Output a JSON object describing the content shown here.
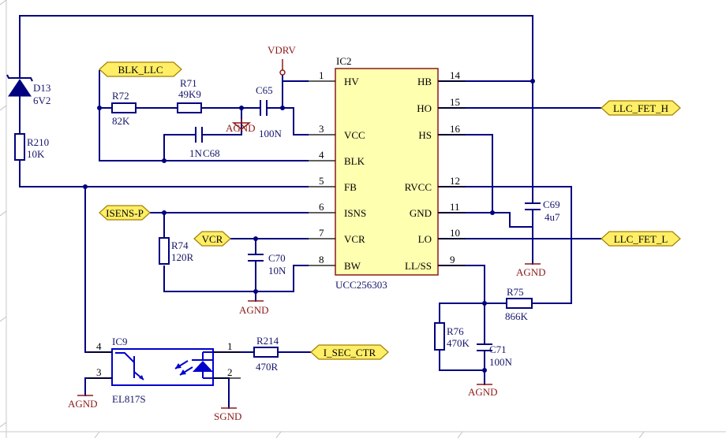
{
  "ic2": {
    "ref": "IC2",
    "part": "UCC256303",
    "pins_left": [
      {
        "num": "1",
        "name": "HV"
      },
      {
        "num": "3",
        "name": "VCC"
      },
      {
        "num": "4",
        "name": "BLK"
      },
      {
        "num": "5",
        "name": "FB"
      },
      {
        "num": "6",
        "name": "ISNS"
      },
      {
        "num": "7",
        "name": "VCR"
      },
      {
        "num": "8",
        "name": "BW"
      }
    ],
    "pins_right": [
      {
        "num": "14",
        "name": "HB"
      },
      {
        "num": "15",
        "name": "HO"
      },
      {
        "num": "16",
        "name": "HS"
      },
      {
        "num": "12",
        "name": "RVCC"
      },
      {
        "num": "11",
        "name": "GND"
      },
      {
        "num": "10",
        "name": "LO"
      },
      {
        "num": "9",
        "name": "LL/SS"
      }
    ]
  },
  "ic9": {
    "ref": "IC9",
    "part": "EL817S",
    "pins": {
      "p1": "1",
      "p2": "2",
      "p3": "3",
      "p4": "4"
    }
  },
  "parts": {
    "d13": {
      "ref": "D13",
      "value": "6V2"
    },
    "r210": {
      "ref": "R210",
      "value": "10K"
    },
    "r72": {
      "ref": "R72",
      "value": "82K"
    },
    "r71": {
      "ref": "R71",
      "value": "49K9"
    },
    "c65": {
      "ref": "C65",
      "value": "100N"
    },
    "c68": {
      "ref": "C68",
      "value": "1N"
    },
    "r74": {
      "ref": "R74",
      "value": "120R"
    },
    "c70": {
      "ref": "C70",
      "value": "10N"
    },
    "c69": {
      "ref": "C69",
      "value": "4u7"
    },
    "r75": {
      "ref": "R75",
      "value": "866K"
    },
    "r76": {
      "ref": "R76",
      "value": "470K"
    },
    "c71": {
      "ref": "C71",
      "value": "100N"
    },
    "r214": {
      "ref": "R214",
      "value": "470R"
    }
  },
  "ports": {
    "blk_llc": "BLK_LLC",
    "isens_p": "ISENS-P",
    "vcr": "VCR",
    "llc_fet_h": "LLC_FET_H",
    "llc_fet_l": "LLC_FET_L",
    "i_sec_ctr": "I_SEC_CTR"
  },
  "power": {
    "vdrv": "VDRV",
    "agnd": "AGND",
    "sgnd": "SGND"
  }
}
